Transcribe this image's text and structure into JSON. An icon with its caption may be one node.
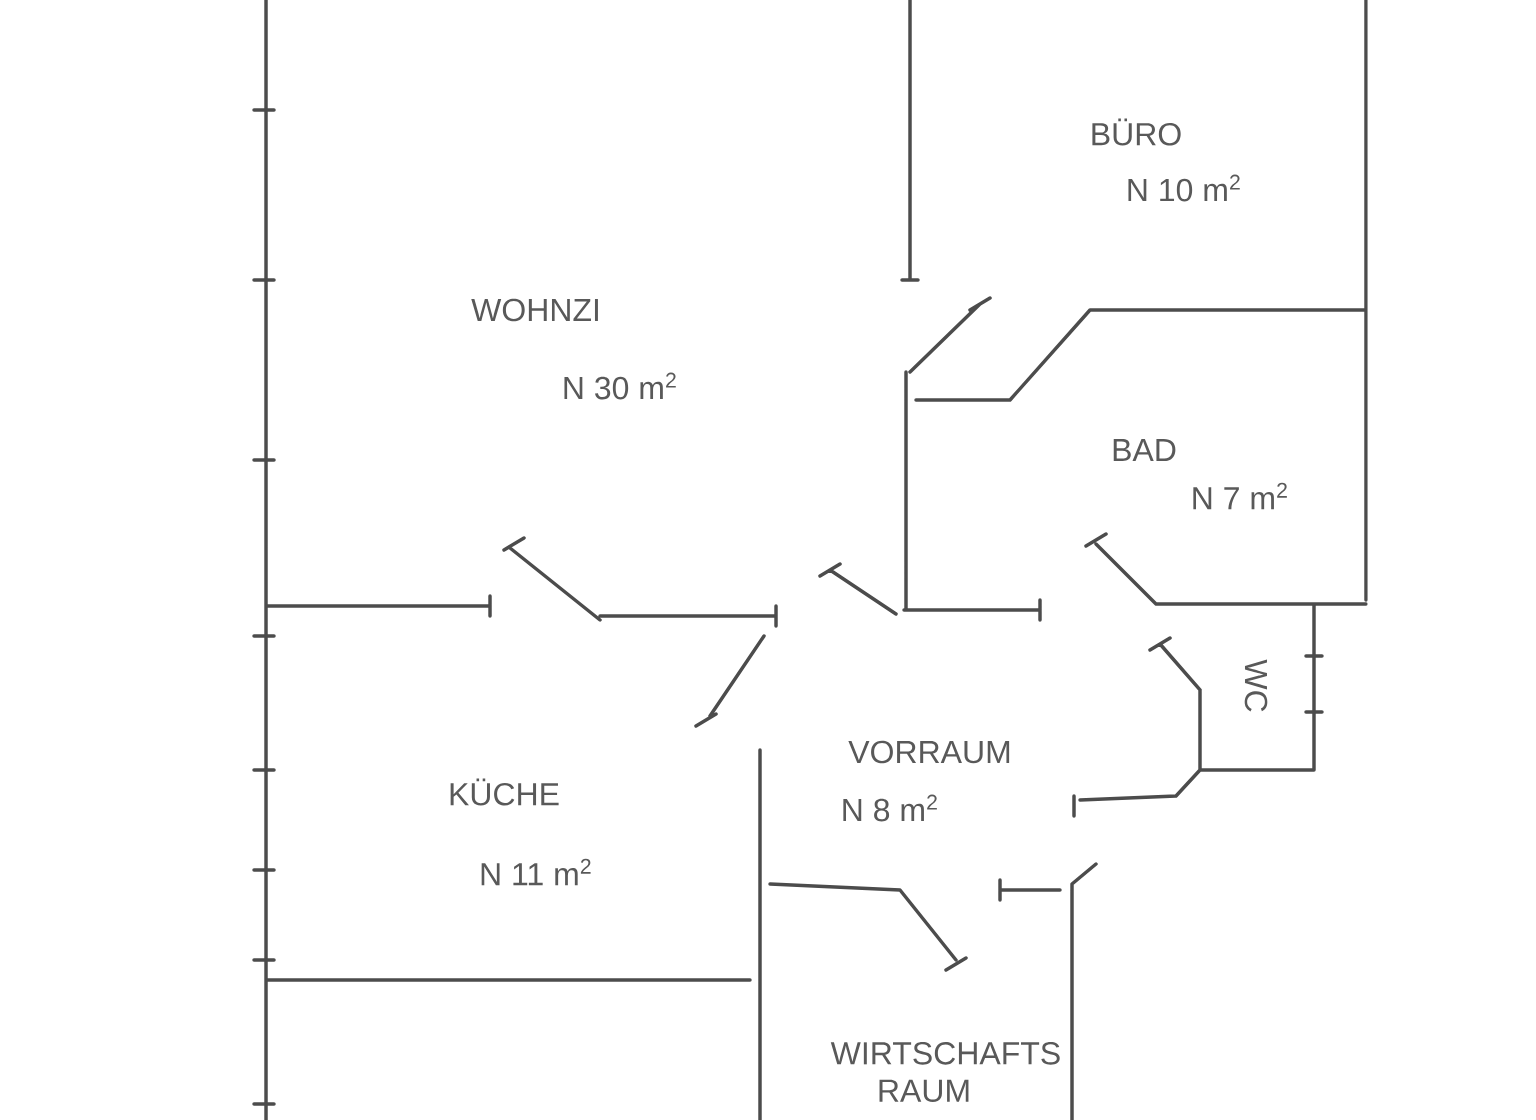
{
  "diagram": {
    "labels": [
      "BÜRO",
      "N 10 m$^{2}$",
      "WOHNZI",
      "N 30 m$^{2}$",
      "BAD",
      "N 7 m$^{2}$",
      "WC",
      "VORRAUM",
      "KÜCHE",
      "N 8 m$^{2}$",
      "N 11 m$^{2}$",
      "WIRTSCHAFTS RAUM"
    ]
  }
}
